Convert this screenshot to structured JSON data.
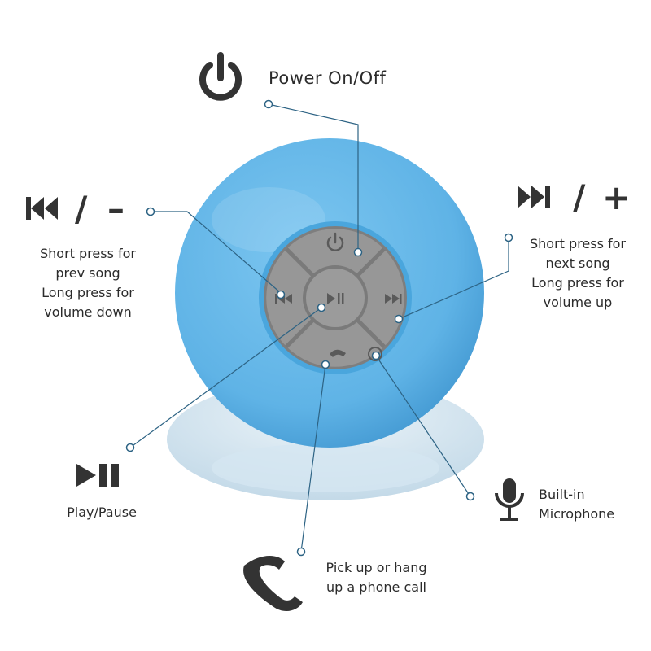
{
  "labels": {
    "power": {
      "title": "Power On/Off"
    },
    "prev": {
      "symbol_sep": "/",
      "symbol_op": "–",
      "lines": [
        "Short press for",
        "prev song",
        "Long press for",
        "volume down"
      ]
    },
    "next": {
      "symbol_sep": "/",
      "symbol_op": "+",
      "lines": [
        "Short press for",
        "next song",
        "Long press for",
        "volume up"
      ]
    },
    "play": {
      "title": "Play/Pause"
    },
    "phone": {
      "lines": [
        "Pick up or hang",
        "up a phone call"
      ]
    },
    "mic": {
      "lines": [
        "Built-in",
        "Microphone"
      ]
    }
  },
  "icons": [
    "power-icon",
    "prev-track-icon",
    "next-track-icon",
    "play-pause-icon",
    "phone-icon",
    "microphone-icon"
  ],
  "colors": {
    "speaker": "#5fb3e6",
    "speaker_dark": "#3f95cf",
    "buttons": "#8f8f8f",
    "button_icon": "#5a5a5a",
    "leader": "#2d6384",
    "text": "#2b2b2b"
  }
}
